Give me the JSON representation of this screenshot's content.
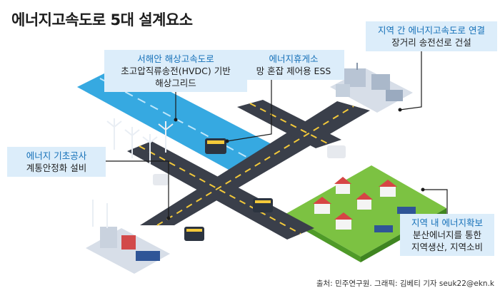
{
  "title": "에너지고속도로 5대 설계요소",
  "labels": {
    "west_sea": {
      "heading": "서해안 해상고속도로",
      "lines": [
        "초고압직류송전(HVDC) 기반",
        "해상그리드"
      ]
    },
    "rest_area": {
      "heading": "에너지휴게소",
      "lines": [
        "망 혼잡 제어용 ESS"
      ]
    },
    "inter_region": {
      "heading": "지역 간 에너지고속도로 연결",
      "lines": [
        "장거리 송전선로 건설"
      ]
    },
    "foundation": {
      "heading": "에너지 기초공사",
      "lines": [
        "계통안정화 설비"
      ]
    },
    "local": {
      "heading": "지역 내 에너지확보",
      "lines": [
        "분산에너지를 통한",
        "지역생산, 지역소비"
      ]
    }
  },
  "credit": "출처: 민주연구원. 그래픽: 김베티 기자 seuk22@ekn.k",
  "colors": {
    "road": "#3a3f4a",
    "lane": "#f3c93a",
    "sea": "#36a9e1",
    "grass": "#7cc242",
    "box": "#dcedfa",
    "heading": "#1570b8"
  }
}
